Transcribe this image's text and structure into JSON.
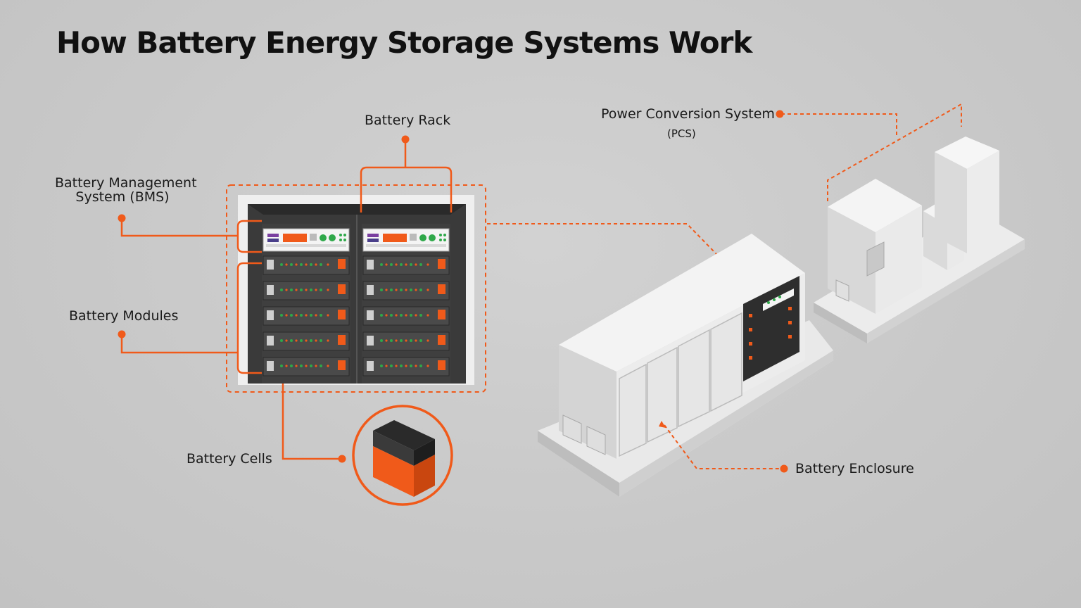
{
  "title": "How Battery Energy Storage Systems Work",
  "labels": {
    "battery_rack": "Battery Rack",
    "bms_line1": "Battery Management",
    "bms_line2": "System (BMS)",
    "battery_modules": "Battery Modules",
    "battery_cells": "Battery Cells",
    "pcs_line1": "Power Conversion System",
    "pcs_line2": "(PCS)",
    "battery_enclosure": "Battery Enclosure"
  },
  "colors": {
    "accent": "#f05a1a",
    "background": "#c9c9c9",
    "rack_frame": "#3a3a3a",
    "module": "#4a4a4a",
    "led_green": "#2fa84a"
  }
}
